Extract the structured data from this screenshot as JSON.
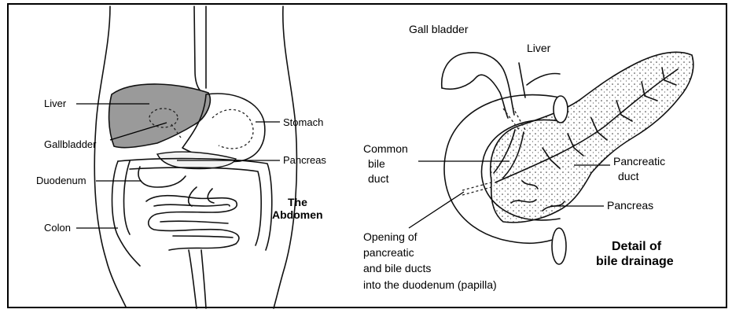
{
  "left_panel": {
    "title_line1": "The",
    "title_line2": "Abdomen",
    "labels": {
      "liver": "Liver",
      "gallbladder": "Gallbladder",
      "duodenum": "Duodenum",
      "colon": "Colon",
      "stomach": "Stomach",
      "pancreas": "Pancreas"
    }
  },
  "right_panel": {
    "title_line1": "Detail of",
    "title_line2": "bile drainage",
    "labels": {
      "gall_bladder": "Gall bladder",
      "liver": "Liver",
      "common_bile_duct_1": "Common",
      "common_bile_duct_2": "bile",
      "common_bile_duct_3": "duct",
      "pancreatic_duct_1": "Pancreatic",
      "pancreatic_duct_2": "duct",
      "pancreas": "Pancreas",
      "opening_1": "Opening of",
      "opening_2": "pancreatic",
      "opening_3": "and bile ducts",
      "opening_4": "into the duodenum (papilla)"
    }
  },
  "colors": {
    "liver_fill": "#9a9a9a",
    "pancreas_fill": "#f2f2f2",
    "border": "#000000"
  }
}
